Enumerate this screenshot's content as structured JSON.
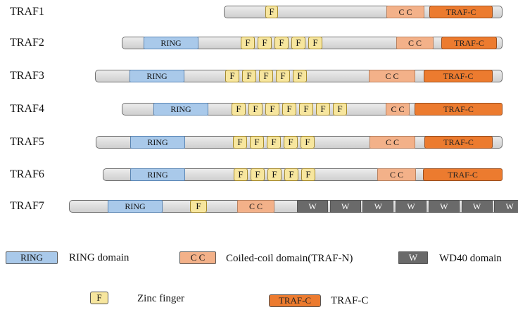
{
  "rows": [
    {
      "label": "TRAF1",
      "zinc_finger": [
        "F"
      ],
      "coiled_coil": "C C",
      "traf_c": "TRAF-C"
    },
    {
      "label": "TRAF2",
      "ring": "RING",
      "zinc_finger": [
        "F",
        "F",
        "F",
        "F",
        "F"
      ],
      "coiled_coil": "C C",
      "traf_c": "TRAF-C"
    },
    {
      "label": "TRAF3",
      "ring": "RING",
      "zinc_finger": [
        "F",
        "F",
        "F",
        "F",
        "F"
      ],
      "coiled_coil": "C C",
      "traf_c": "TRAF-C"
    },
    {
      "label": "TRAF4",
      "ring": "RING",
      "zinc_finger": [
        "F",
        "F",
        "F",
        "F",
        "F",
        "F",
        "F"
      ],
      "coiled_coil": "C C",
      "traf_c": "TRAF-C"
    },
    {
      "label": "TRAF5",
      "ring": "RING",
      "zinc_finger": [
        "F",
        "F",
        "F",
        "F",
        "F"
      ],
      "coiled_coil": "C C",
      "traf_c": "TRAF-C"
    },
    {
      "label": "TRAF6",
      "ring": "RING",
      "zinc_finger": [
        "F",
        "F",
        "F",
        "F",
        "F"
      ],
      "coiled_coil": "C C",
      "traf_c": "TRAF-C"
    },
    {
      "label": "TRAF7",
      "ring": "RING",
      "zinc_finger": [
        "F"
      ],
      "coiled_coil": "C C",
      "wd40": [
        "W",
        "W",
        "W",
        "W",
        "W",
        "W",
        "W"
      ]
    }
  ],
  "legend": {
    "ring_box": "RING",
    "ring_text": "RING domain",
    "cc_box": "C C",
    "cc_text": "Coiled-coil domain(TRAF-N)",
    "wd_box": "W",
    "wd_text": "WD40 domain",
    "zf_box": "F",
    "zf_text": "Zinc finger",
    "trafc_box": "TRAF-C",
    "trafc_text": "TRAF-C"
  },
  "colors": {
    "ring": "#a9c9ea",
    "zinc_finger": "#f7e69e",
    "coiled_coil": "#f3b189",
    "traf_c": "#ec7b2f",
    "wd40": "#6a6a6a",
    "backbone": "#d8d8d8"
  }
}
